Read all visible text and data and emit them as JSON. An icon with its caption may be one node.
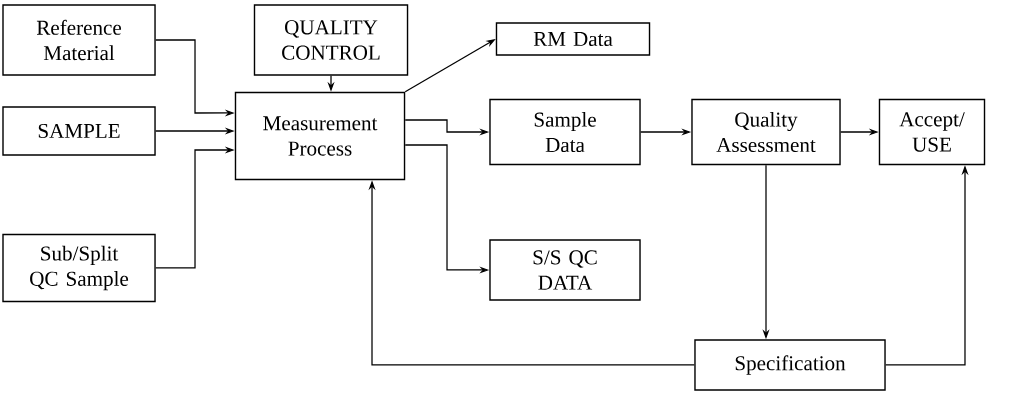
{
  "diagram": {
    "nodes": [
      {
        "text": [
          "Reference Material"
        ]
      },
      {
        "text": [
          "QUALITY CONTROL"
        ]
      },
      {
        "text": [
          "RM Data"
        ]
      },
      {
        "text": [
          "SAMPLE"
        ]
      },
      {
        "text": [
          "Measurement Process"
        ]
      },
      {
        "text": [
          "Sample Data"
        ]
      },
      {
        "text": [
          "Quality Assessment"
        ]
      },
      {
        "text": [
          "Accept/ USE"
        ]
      },
      {
        "text": [
          "Sub/Split QC Sample"
        ]
      },
      {
        "text": [
          "S/S QC DATA"
        ]
      },
      {
        "text": [
          "Specification"
        ]
      }
    ],
    "edges": [
      {
        "from": 0,
        "to": 4,
        "arrow": "to"
      },
      {
        "from": 3,
        "to": 4,
        "arrow": "to"
      },
      {
        "from": 8,
        "to": 4,
        "arrow": "to"
      },
      {
        "from": 1,
        "to": 4,
        "arrow": "to"
      },
      {
        "from": 4,
        "to": 2,
        "arrow": "to"
      },
      {
        "from": 4,
        "to": 5,
        "arrow": "to"
      },
      {
        "from": 4,
        "to": 9,
        "arrow": "to"
      },
      {
        "from": 5,
        "to": 6,
        "arrow": "to"
      },
      {
        "from": 6,
        "to": 7,
        "arrow": "to"
      },
      {
        "from": 6,
        "to": 10,
        "arrow": "to"
      },
      {
        "from": 10,
        "to": 4,
        "arrow": "to"
      },
      {
        "from": 10,
        "to": 7,
        "arrow": "to"
      }
    ]
  }
}
